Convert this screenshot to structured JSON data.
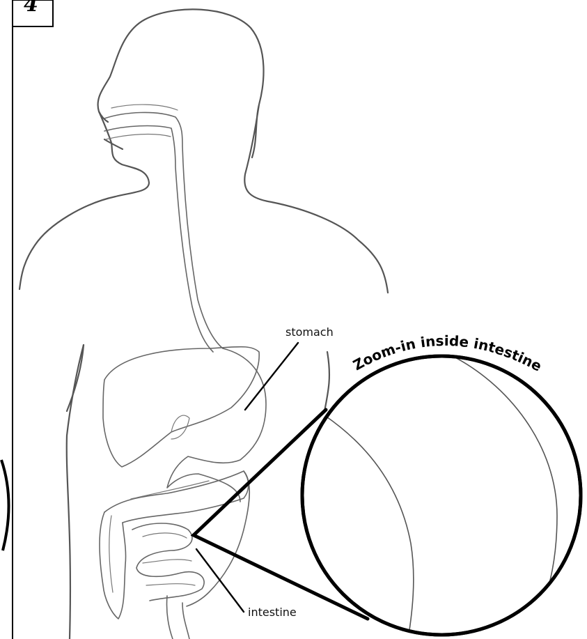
{
  "figure": {
    "number": "4",
    "labels": {
      "stomach": "stomach",
      "intestine": "intestine"
    },
    "zoom_caption": "Zoom-in inside intestine"
  }
}
